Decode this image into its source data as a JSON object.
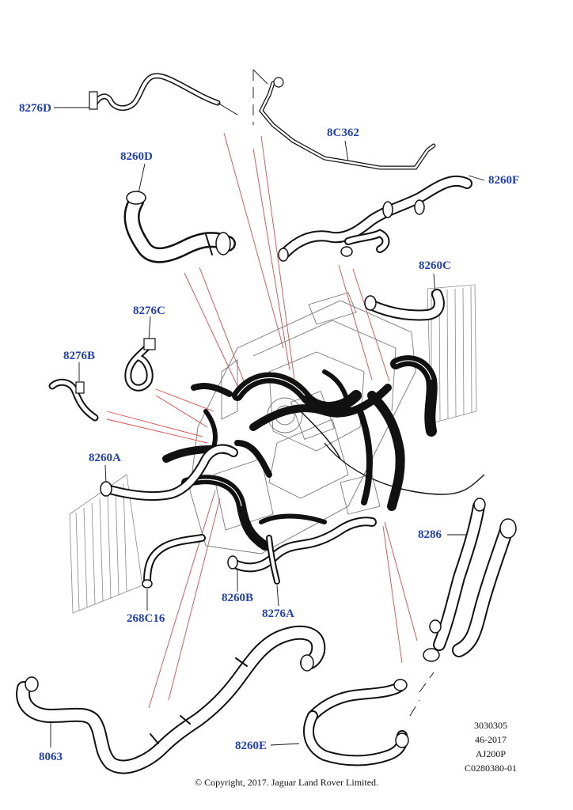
{
  "labels": {
    "p8276D": "8276D",
    "p8C362": "8C362",
    "p8260D": "8260D",
    "p8260F": "8260F",
    "p8260C": "8260C",
    "p8276C": "8276C",
    "p8276B": "8276B",
    "p8260A": "8260A",
    "p8286": "8286",
    "p8260B": "8260B",
    "p268C16": "268C16",
    "p8276A": "8276A",
    "p8063": "8063",
    "p8260E": "8260E"
  },
  "reference": {
    "line1": "3030305",
    "line2": "46-2017",
    "line3": "AJ200P",
    "line4": "C0280380-01"
  },
  "copyright": "© Copyright, 2017. Jaguar Land Rover Limited.",
  "colors": {
    "label_blue": "#1f3fbf",
    "leader_red": "#e04848",
    "hose_black": "#111111",
    "outline_gray": "#777777"
  }
}
